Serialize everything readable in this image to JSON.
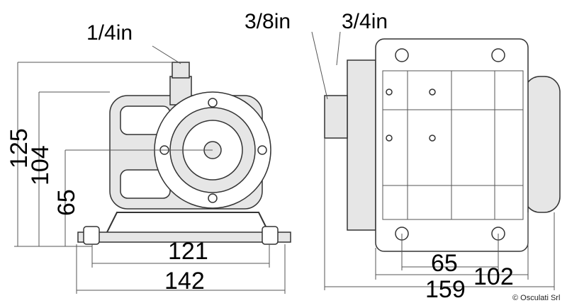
{
  "left_view": {
    "fitting_label": "1/4in",
    "height_total": "125",
    "height_mount": "104",
    "height_axis": "65",
    "width_holes": "121",
    "width_total": "142"
  },
  "right_view": {
    "inlet_label": "3/8in",
    "outlet_label": "3/4in",
    "holes_spacing": "65",
    "base_depth": "102",
    "length_total": "159"
  },
  "copyright": "© Osculati Srl"
}
